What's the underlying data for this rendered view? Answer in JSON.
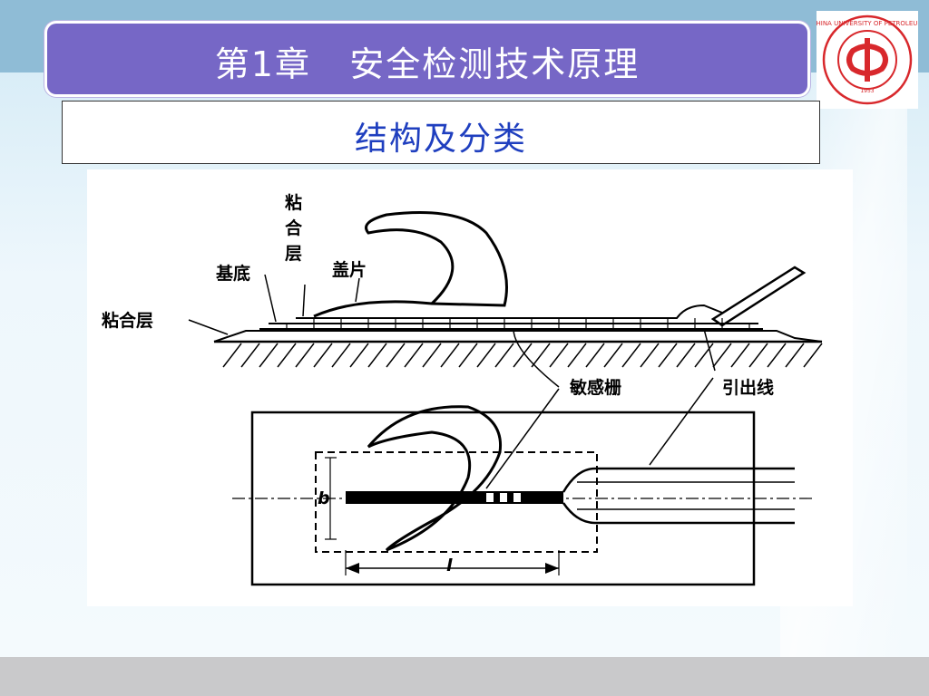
{
  "header": {
    "chapter_title": "第1章   安全检测技术原理"
  },
  "logo": {
    "name": "china-university-of-petroleum-logo",
    "ring_text": "CHINA UNIVERSITY OF PETROLEUM",
    "year": "1953",
    "color": "#d8282c"
  },
  "section": {
    "title": "结构及分类"
  },
  "figure": {
    "labels": {
      "adhesive_top_1": "粘",
      "adhesive_top_2": "合",
      "adhesive_top_3": "层",
      "cover": "盖片",
      "base": "基底",
      "adhesive_left": "粘合层",
      "grid": "敏感栅",
      "lead": "引出线",
      "dim_b": "b",
      "dim_l": "l"
    }
  },
  "colors": {
    "header_bar": "#7667c6",
    "subtitle_text": "#1f3fbf",
    "top_band": "#8fbcd6",
    "bottom_band": "#c9c9cb"
  }
}
